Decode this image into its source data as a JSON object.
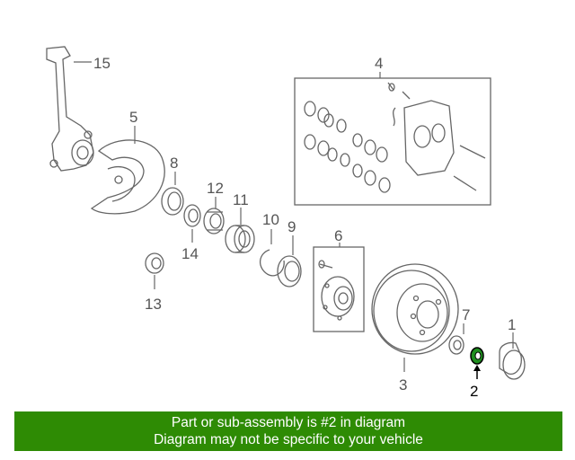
{
  "callouts": {
    "c1": "1",
    "c2": "2",
    "c3": "3",
    "c4": "4",
    "c5": "5",
    "c6": "6",
    "c7": "7",
    "c8": "8",
    "c9": "9",
    "c10": "10",
    "c11": "11",
    "c12": "12",
    "c13": "13",
    "c14": "14",
    "c15": "15"
  },
  "highlighted_part": "2",
  "colors": {
    "banner": "#2e8b04",
    "highlight": "#1f8f1f",
    "line": "#666666"
  },
  "banner": {
    "line1": "Part or sub-assembly is #2 in diagram",
    "line2": "Diagram may not be specific to your vehicle"
  }
}
